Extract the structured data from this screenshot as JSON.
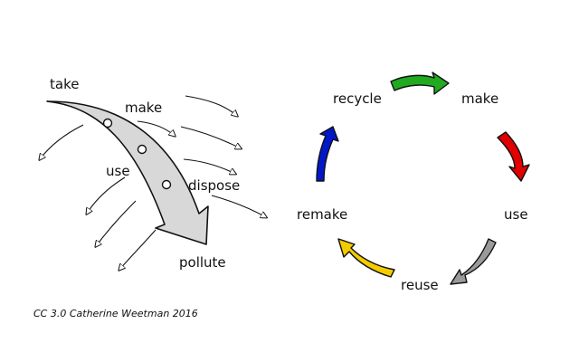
{
  "linear": {
    "labels": [
      "take",
      "make",
      "use",
      "dispose",
      "pollute"
    ]
  },
  "circular": {
    "labels": [
      "recycle",
      "make",
      "use",
      "reuse",
      "remake"
    ],
    "arrow_colors": {
      "recycle_to_make": "#1faa1f",
      "make_to_use": "#e00000",
      "use_to_reuse": "#9a9a9a",
      "reuse_to_remake": "#f2cc00",
      "remake_to_recycle": "#0018c8"
    }
  },
  "credit": "CC 3.0 Catherine Weetman 2016"
}
